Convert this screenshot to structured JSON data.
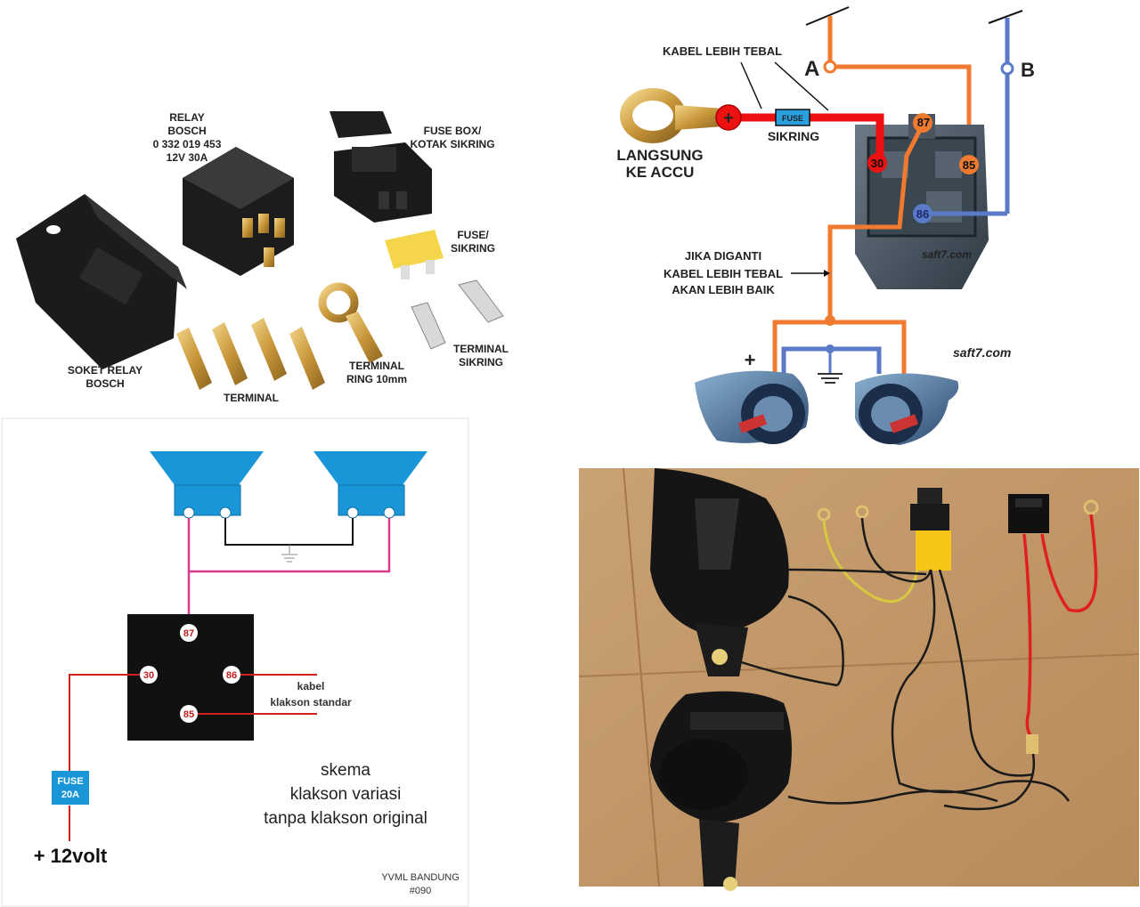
{
  "components_panel": {
    "relay_label": [
      "RELAY",
      "BOSCH",
      "0 332 019 453",
      "12V 30A"
    ],
    "fuse_box_label": [
      "FUSE BOX/",
      "KOTAK SIKRING"
    ],
    "fuse_label": [
      "FUSE/",
      "SIKRING"
    ],
    "socket_label": [
      "SOKET  RELAY",
      "BOSCH"
    ],
    "terminal_label": "TERMINAL",
    "ring_label": [
      "TERMINAL",
      "RING 10mm"
    ],
    "terminal_fuse_label": [
      "TERMINAL",
      "SIKRING"
    ]
  },
  "wiring_panel": {
    "thick_cable_label": "KABEL LEBIH TEBAL",
    "point_a": "A",
    "point_b": "B",
    "plus_symbol": "+",
    "fuse_box_text": "FUSE",
    "fuse_caption": "SIKRING",
    "battery_label": [
      "LANGSUNG",
      "KE ACCU"
    ],
    "pins": [
      "87",
      "30",
      "85",
      "86"
    ],
    "replace_note": [
      "JIKA DIGANTI",
      "KABEL LEBIH TEBAL",
      "AKAN LEBIH BAIK"
    ],
    "horn_plus": "+",
    "watermark_relay": "saft7.com",
    "watermark": "saft7.com",
    "colors": {
      "orange": "#f07a30",
      "blue": "#5a7ac8",
      "red": "#ee1111"
    }
  },
  "schematic_panel": {
    "pins": [
      "87",
      "30",
      "86",
      "85"
    ],
    "kabel_label": [
      "kabel",
      "klakson standar"
    ],
    "fuse_text": [
      "FUSE",
      "20A"
    ],
    "voltage": "+ 12volt",
    "title_lines": [
      "skema",
      "klakson variasi",
      "tanpa klakson original"
    ],
    "credit": [
      "YVML BANDUNG",
      "#090"
    ],
    "colors": {
      "horn": "#1a96d8",
      "wire_pink": "#d83a8e",
      "wire_red": "#d02020"
    }
  }
}
